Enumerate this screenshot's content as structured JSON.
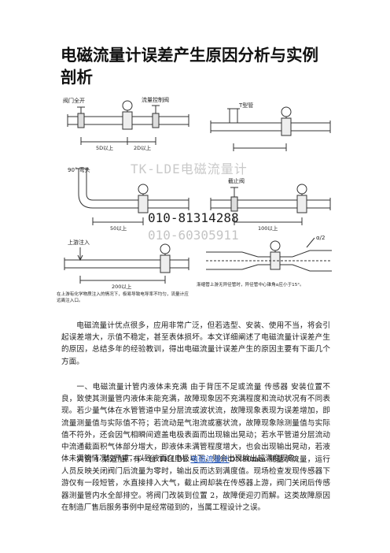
{
  "document": {
    "title": "电磁流量计误差产生原因分析与实例剖析",
    "figure": {
      "labels": {
        "valve_full_open": "阀门全开",
        "flow_control_valve": "流量控制阀",
        "tee": "T型管",
        "d5": "5D以上",
        "d2": "2D以上",
        "elbow": "90° 弯头",
        "shutoff_valve": "截止阀",
        "d50": "50以上",
        "d100": "100以上",
        "upstream_inflow": "上游注入",
        "d200": "200以上",
        "angle": "α/2",
        "note_left": "在上游有化学物质注入的情况下，极易导致电导率不均匀，流量计应远离注入口。",
        "note_right": "渐缩管上游无异径管时，异径管中心锥角α应小于15°。"
      },
      "watermark_brand": "TK-LDE电磁流量计",
      "watermark_phone1": "010-81314288",
      "watermark_phone2": "010-60305911"
    },
    "paragraphs": {
      "p1": "电磁流量计优点很多，应用非常广泛，但若选型、安装、使用不当，将会引起误差增大，示值不稳定，甚至表体损坏。本文详细阐述了电磁流量计误差产生的原因，总结多年的经验教训，得出电磁流量计误差产生的原因主要有下面几个方面。",
      "p2": "一、电磁流量计管内液体未充满 由于背压不足或流量 传感器 安装位置不良，致使其测量管内液体未能充满，故障现象因不充满程度和流动状况有不同表现。若少量气体在水管管道中呈分层流或波状流，故障现象表现为误差增加，即流量测量值与实际值不符；若流动是气泡流或塞状流，故障现象除测量值与实际值不符外，还会因气相瞬间遮盖电极表面而出现输出晃动；若水平管道分层流动中流通截面积气体部分增大，即液体未满管程度增大，也会出现输出晃动，若液体未满管情况较严重，以致液面在电极以下，则会出现输出超满度现象。",
      "p3_a": "实例 1 某造船厂有一台 TK-LDE ",
      "p3_link": "电磁流量计",
      "p3_b": "DN80mm 测量水流量，运行人员反映关闭阀门后流量为零时，输出反而达到满度值。现场检查发现传感器下游仅有一段短管，水直接排入大气，截止阀却装在传感器上游，阀门关闭后传感器测量管内水全部排空。将阀门改装到位置 2，故障便迎刃而解。这类故障原因在制造厂售后服务事例中是经常碰到的，当属工程设计之误。"
    }
  }
}
